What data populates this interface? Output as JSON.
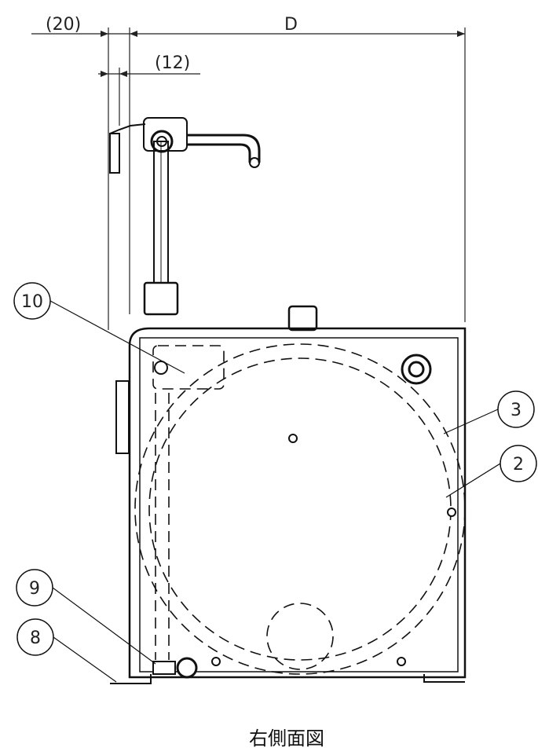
{
  "dimensions": {
    "left_offset": "(20)",
    "depth": "D",
    "inner_offset": "(12)"
  },
  "callouts": [
    "10",
    "3",
    "2",
    "9",
    "8"
  ],
  "caption": "右側面図",
  "colors": {
    "line": "#111111",
    "background": "#ffffff"
  }
}
